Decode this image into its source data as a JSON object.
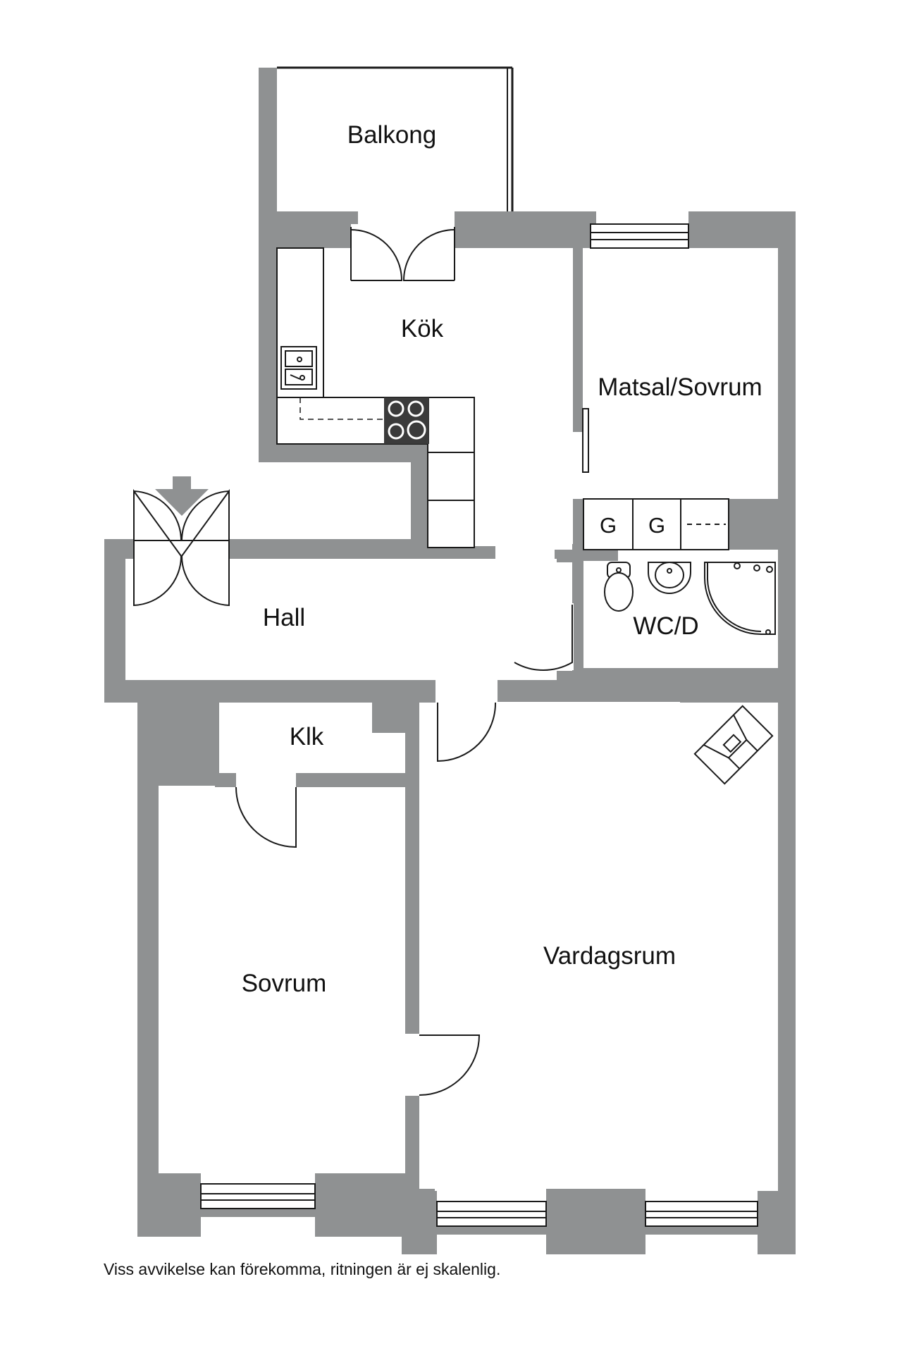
{
  "rooms": {
    "balcony": "Balkong",
    "kitchen": "Kök",
    "dining_bedroom": "Matsal/Sovrum",
    "hall": "Hall",
    "bathroom": "WC/D",
    "closet": "Klk",
    "bedroom": "Sovrum",
    "living_room": "Vardagsrum"
  },
  "fixtures": {
    "wardrobe_1": "G",
    "wardrobe_2": "G"
  },
  "footer": {
    "disclaimer": "Viss avvikelse kan förekomma, ritningen är ej skalenlig."
  },
  "colors": {
    "wall": "#8f9192",
    "line": "#1a1a1a",
    "background": "#ffffff"
  }
}
